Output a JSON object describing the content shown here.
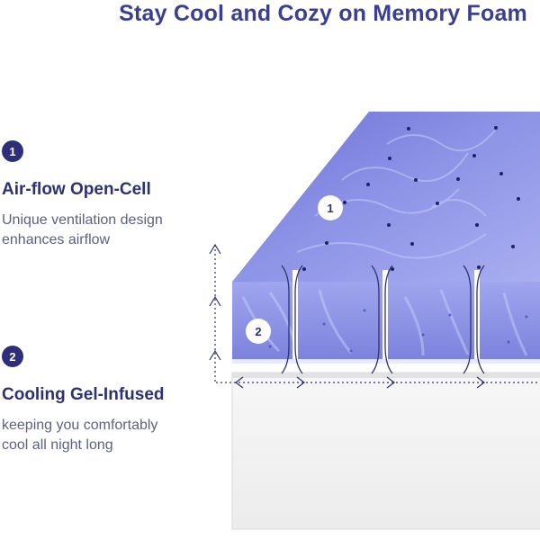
{
  "title": "Stay Cool and Cozy on Memory Foam",
  "features": [
    {
      "number": "1",
      "heading": "Air-flow Open-Cell",
      "description_line1": "Unique ventilation design",
      "description_line2": "enhances airflow"
    },
    {
      "number": "2",
      "heading": "Cooling Gel-Infused",
      "description_line1": "keeping you comfortably",
      "description_line2": "cool all night long"
    }
  ],
  "diagram_labels": {
    "top_surface": "1",
    "side_layer": "2"
  },
  "colors": {
    "accent": "#2e2f7a",
    "foam_top": "#7f85dd",
    "foam_side": "#8a90e3",
    "base": "#f4f4f4"
  },
  "icons": [
    "vertical-arrow-icon",
    "horizontal-arrow-icon",
    "bracket-arrow-icon"
  ]
}
